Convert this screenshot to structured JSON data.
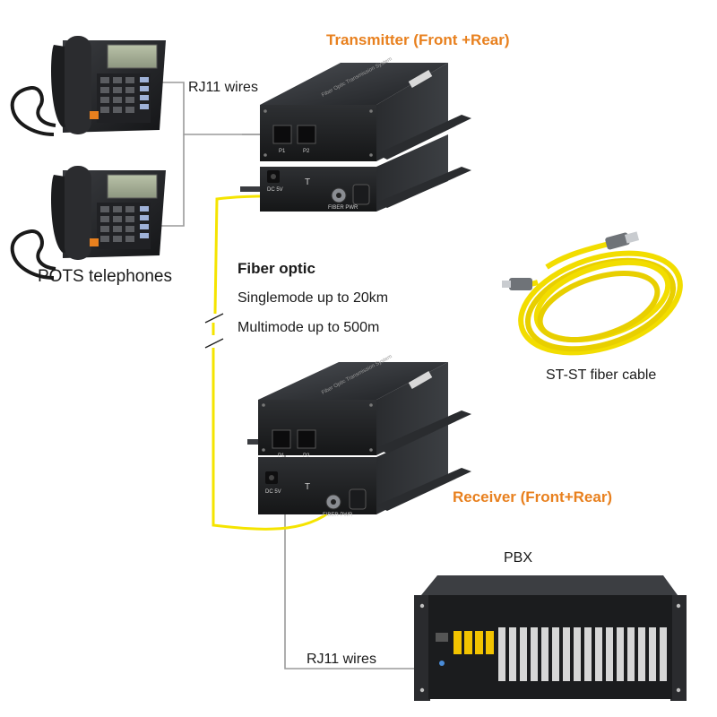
{
  "labels": {
    "transmitter": "Transmitter (Front +Rear)",
    "receiver": "Receiver (Front+Rear)",
    "rj11_top": "RJ11 wires",
    "rj11_bottom": "RJ11 wires",
    "pots": "POTS telephones",
    "fiber_title": "Fiber optic",
    "singlemode": "Singlemode up to 20km",
    "multimode": "Multimode up to 500m",
    "st_cable": "ST-ST fiber cable",
    "pbx": "PBX"
  },
  "device": {
    "port1": "P1",
    "port2": "P2",
    "power": "DC 5V",
    "t_mark": "T",
    "fiber_pwr": "FIBER  PWR",
    "top_text": "Fiber Optic Transmission System"
  },
  "colors": {
    "accent_orange": "#e8801e",
    "fiber_yellow": "#f5e400",
    "rj11_gray": "#9a9a9a",
    "device_body": "#2b2d30"
  }
}
